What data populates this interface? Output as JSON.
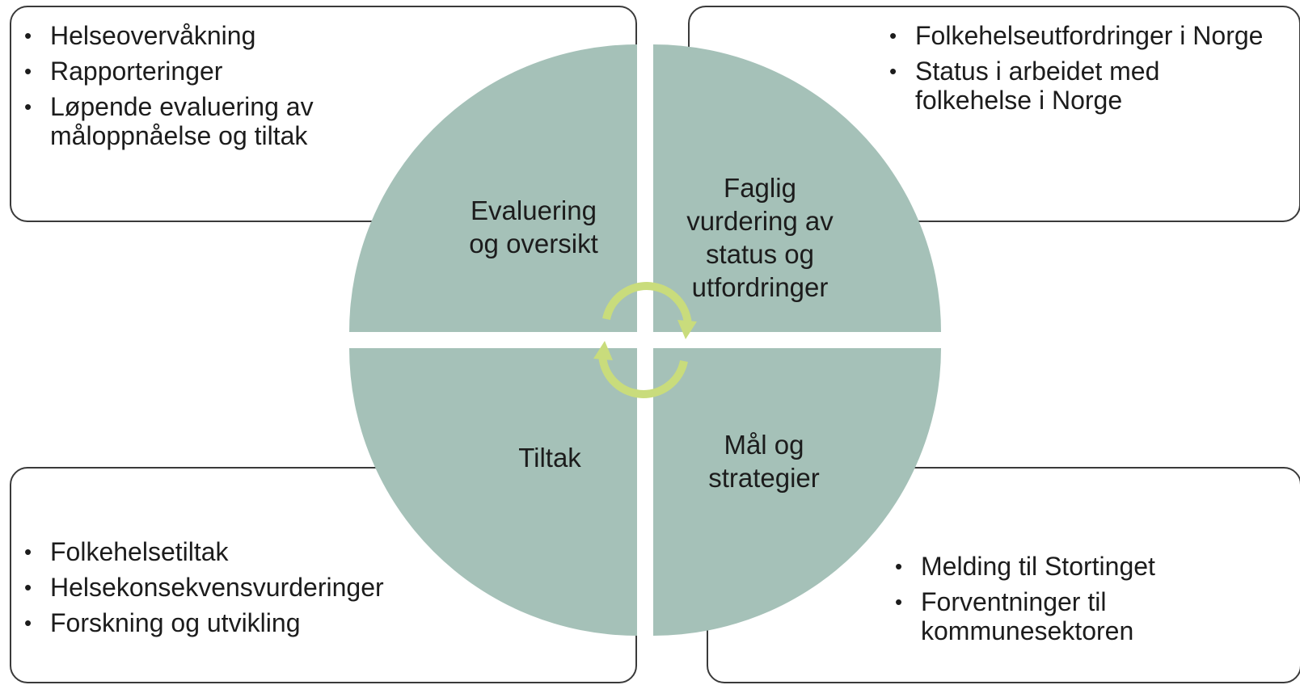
{
  "quadrants": {
    "top_left": {
      "label_lines": [
        "Evaluering",
        "og oversikt"
      ],
      "bullets": [
        "Helseovervåkning",
        "Rapporteringer",
        "Løpende evaluering av måloppnåelse og tiltak"
      ]
    },
    "top_right": {
      "label_lines": [
        "Faglig",
        "vurdering av",
        "status og",
        "utfordringer"
      ],
      "bullets": [
        "Folkehelseutfordringer i Norge",
        "Status i arbeidet med folkehelse i Norge"
      ]
    },
    "bottom_left": {
      "label_lines": [
        "Tiltak"
      ],
      "bullets": [
        "Folkehelsetiltak",
        "Helsekonsekvensvurderinger",
        "Forskning og utvikling"
      ]
    },
    "bottom_right": {
      "label_lines": [
        "Mål og",
        "strategier"
      ],
      "bullets": [
        "Melding til Stortinget",
        "Forventninger til kommunesektoren"
      ]
    }
  },
  "colors": {
    "wheel_fill": "#a5c1b8",
    "cycle_arrow": "#c9dc7c",
    "box_border": "#3a3a3a"
  },
  "icons": {
    "center": "cycle-arrows-icon"
  }
}
